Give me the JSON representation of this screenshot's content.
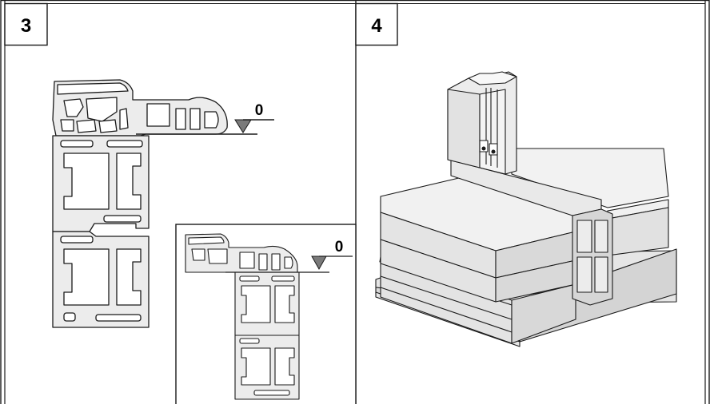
{
  "panels": [
    {
      "number": "3",
      "level_marks": [
        "0",
        "0"
      ]
    },
    {
      "number": "4"
    }
  ],
  "colors": {
    "line": "#1a1a1a",
    "profile_fill": "#ececec",
    "slab_top": "#e6e6e6",
    "slab_side": "#d9d9d9",
    "triangle": "#7a7a7a"
  }
}
